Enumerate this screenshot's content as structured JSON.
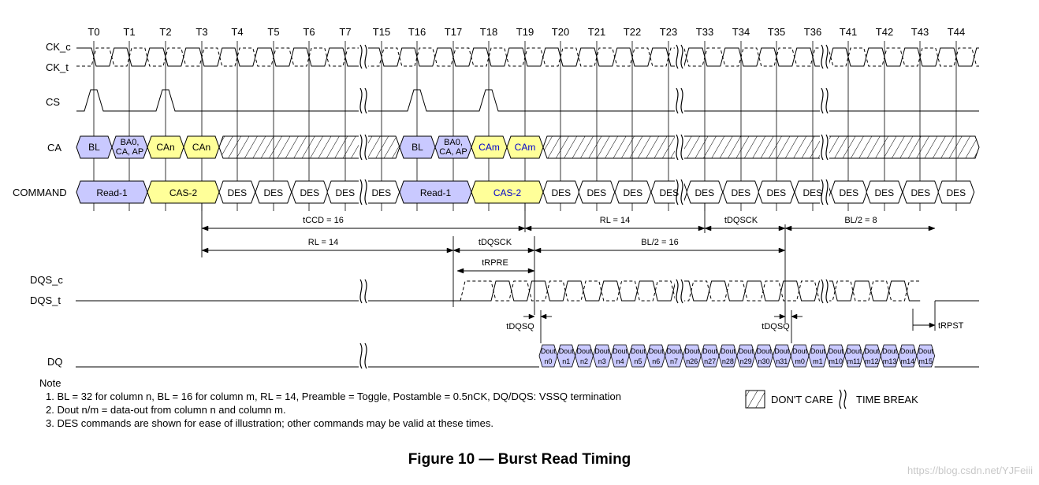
{
  "times": [
    "T0",
    "T1",
    "T2",
    "T3",
    "T4",
    "T5",
    "T6",
    "T7",
    "T15",
    "T16",
    "T17",
    "T18",
    "T19",
    "T20",
    "T21",
    "T22",
    "T23",
    "T33",
    "T34",
    "T35",
    "T36",
    "T41",
    "T42",
    "T43",
    "T44"
  ],
  "signals": {
    "ck_c": "CK_c",
    "ck_t": "CK_t",
    "cs": "CS",
    "ca": "CA",
    "command": "COMMAND",
    "dqs_c": "DQS_c",
    "dqs_t": "DQS_t",
    "dq": "DQ"
  },
  "ca_labels": {
    "bl": "BL",
    "ba0": "BA0,",
    "ca_ap": "CA, AP",
    "can": "CAn",
    "cam": "CAm"
  },
  "commands": {
    "read": "Read-1",
    "cas": "CAS-2",
    "des": "DES"
  },
  "timing_labels": {
    "tccd": "tCCD = 16",
    "rl_1": "RL = 14",
    "rl_2": "RL = 14",
    "tdqsck_1": "tDQSCK",
    "tdqsck_2": "tDQSCK",
    "bl2_16": "BL/2 = 16",
    "bl2_8": "BL/2 = 8",
    "trpre": "tRPRE",
    "tdqsq_1": "tDQSQ",
    "tdqsq_2": "tDQSQ",
    "trpst": "tRPST"
  },
  "dq_labels": {
    "dout": "Dout",
    "n": [
      "n0",
      "n1",
      "n2",
      "n3",
      "n4",
      "n5",
      "n6",
      "n7",
      "n26",
      "n27",
      "n28",
      "n29",
      "n30",
      "n31"
    ],
    "m": [
      "m0",
      "m1",
      "m10",
      "m11",
      "m12",
      "m13",
      "m14",
      "m15"
    ]
  },
  "notes": {
    "title": "Note",
    "items": [
      "1. BL = 32 for column n, BL = 16 for column m, RL = 14, Preamble = Toggle, Postamble = 0.5nCK, DQ/DQS: VSSQ termination",
      "2. Dout n/m = data-out from column n and column m.",
      "3. DES commands are shown for ease of illustration; other commands may be valid at these times."
    ]
  },
  "legend": {
    "dont_care": "DON'T CARE",
    "time_break": "TIME BREAK"
  },
  "caption": "Figure 10 — Burst Read Timing",
  "watermark": "https://blog.csdn.net/YJFeiii",
  "colors": {
    "read_fill": "#c9c9ff",
    "cas_fill": "#ffff99",
    "dout_fill": "#c9c9ff",
    "cam_text": "#0000cc",
    "line": "#000000",
    "dash": "#555555"
  }
}
